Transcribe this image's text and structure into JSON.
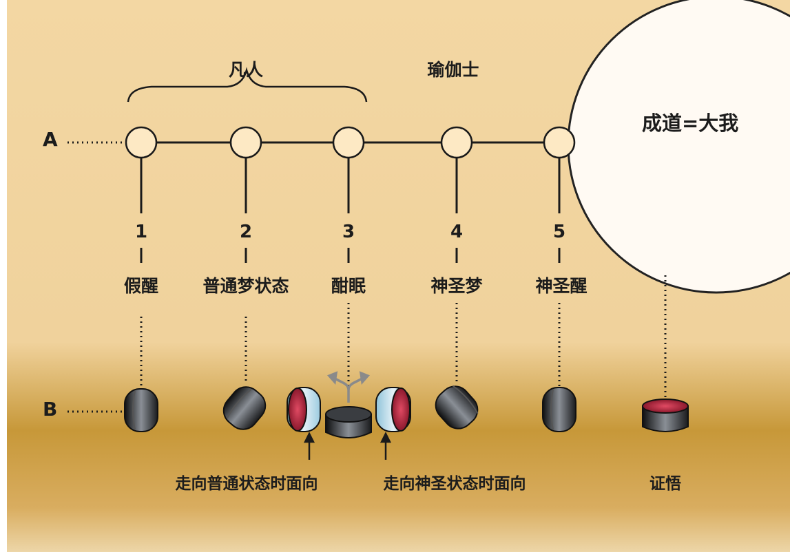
{
  "groups": {
    "ordinary": "凡人",
    "yogi": "瑜伽士"
  },
  "goal": "成道=大我",
  "axis": {
    "a": "A",
    "b": "B"
  },
  "states": [
    {
      "num": "1",
      "label": "假醒"
    },
    {
      "num": "2",
      "label": "普通梦状态"
    },
    {
      "num": "3",
      "label": "酣眠"
    },
    {
      "num": "4",
      "label": "神圣梦"
    },
    {
      "num": "5",
      "label": "神圣醒"
    }
  ],
  "bottom_labels": {
    "toward_ordinary": "走向普通状态时面向",
    "toward_divine": "走向神圣状态时面向",
    "realization": "证悟"
  },
  "colors": {
    "background_top": "#f6d9a6",
    "ground": "#c79839",
    "node_fill": "#fde9c4",
    "disc_dark": "#1f2022",
    "disc_red": "#c0243a",
    "disc_blue": "#b9d8e6",
    "arrow_gray": "#8a8a8a"
  }
}
